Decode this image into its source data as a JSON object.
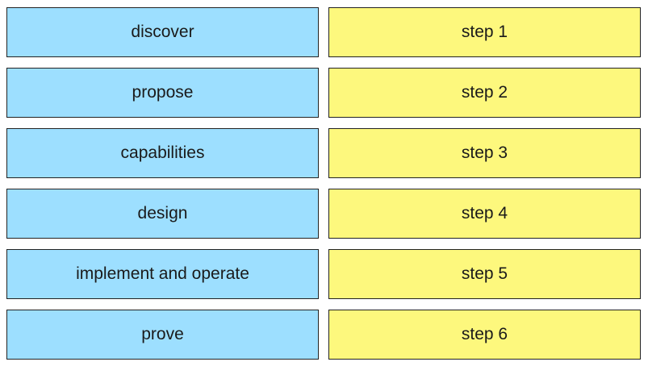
{
  "colors": {
    "left_fill": "#9ddfff",
    "right_fill": "#fdf87d",
    "border": "#222222"
  },
  "left_items": [
    "discover",
    "propose",
    "capabilities",
    "design",
    "implement and operate",
    "prove"
  ],
  "right_items": [
    "step 1",
    "step 2",
    "step 3",
    "step 4",
    "step 5",
    "step 6"
  ]
}
